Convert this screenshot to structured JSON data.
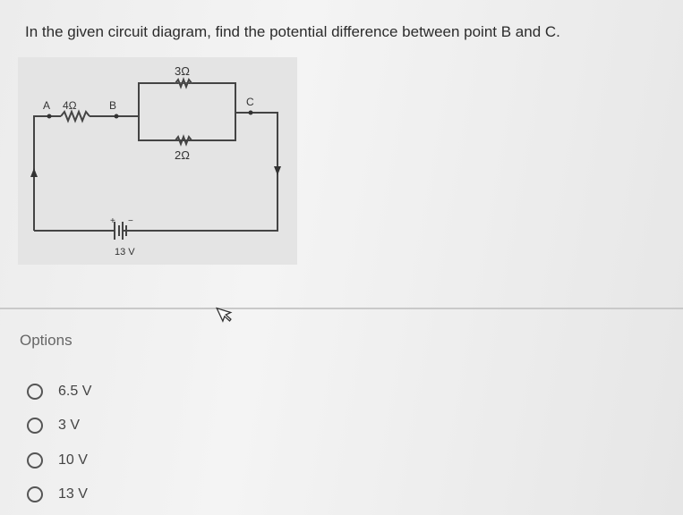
{
  "question": "In the given circuit diagram, find the potential difference between point B and C.",
  "diagram": {
    "labels": {
      "a": "A",
      "b": "B",
      "c": "C",
      "r1": "4Ω",
      "r2": "3Ω",
      "r3": "2Ω",
      "battery": "13 V",
      "plus": "+",
      "minus": "−"
    }
  },
  "options_label": "Options",
  "options": [
    {
      "label": "6.5 V"
    },
    {
      "label": "3 V"
    },
    {
      "label": "10 V"
    },
    {
      "label": "13 V"
    }
  ]
}
